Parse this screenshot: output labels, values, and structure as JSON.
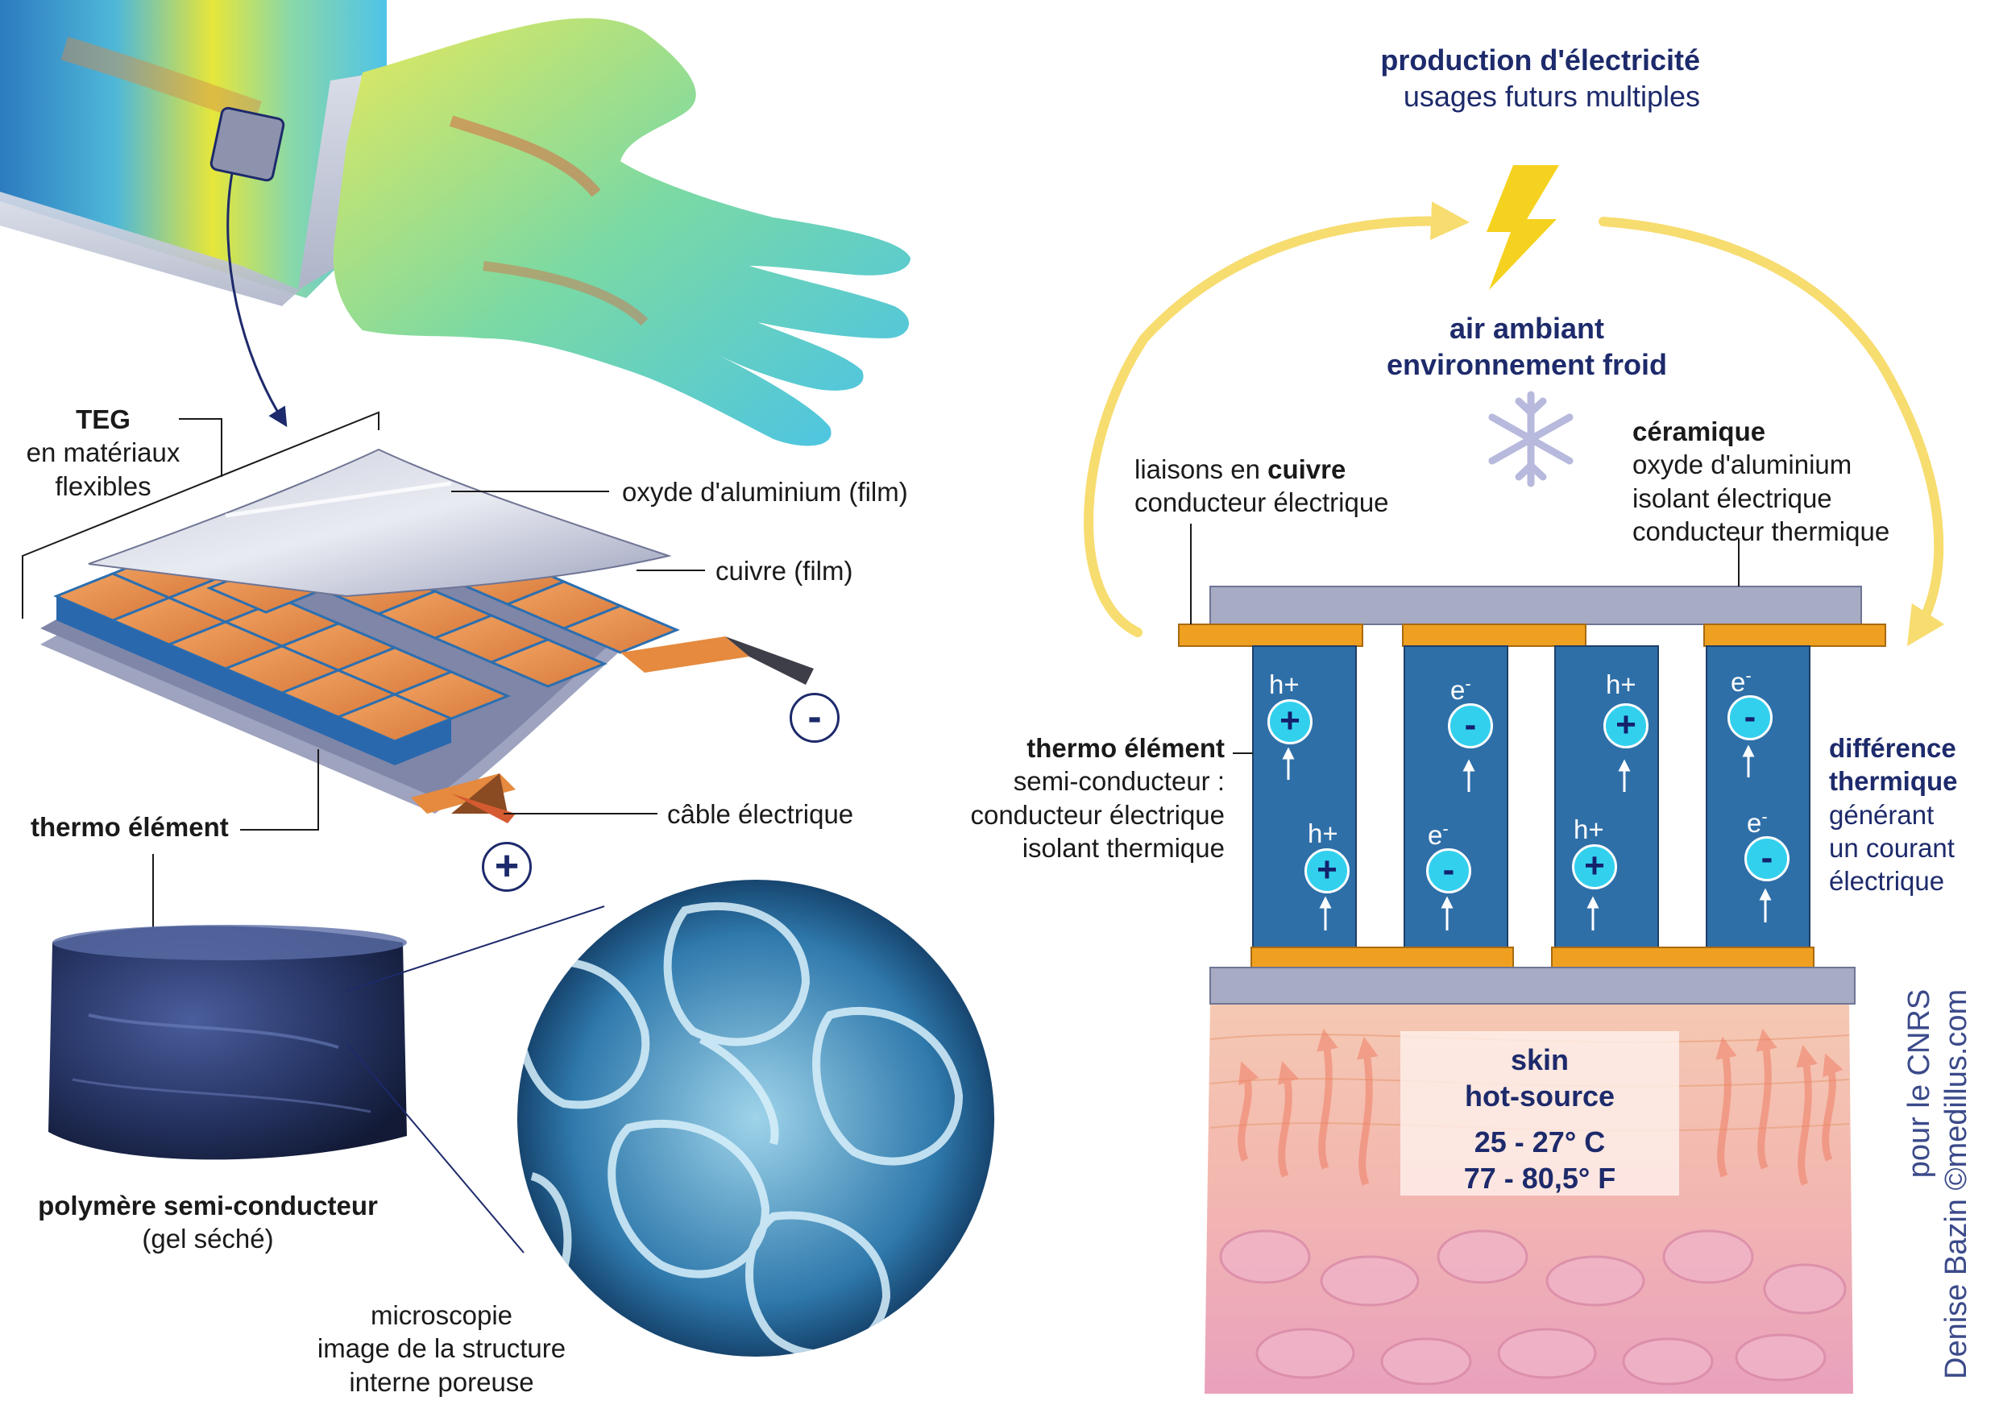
{
  "labels": {
    "teg_title": "TEG",
    "teg_line1": "en matériaux",
    "teg_line2": "flexibles",
    "oxide_film": "oxyde d'aluminium (film)",
    "copper_film": "cuivre (film)",
    "cable": "câble électrique",
    "thermo_element_left": "thermo élément",
    "polymer_title": "polymère semi-conducteur",
    "polymer_sub": "(gel séché)",
    "micro_line1": "microscopie",
    "micro_line2": "image de la structure",
    "micro_line3": "interne poreuse",
    "production_title": "production d'électricité",
    "production_sub": "usages futurs multiples",
    "air_line1": "air ambiant",
    "air_line2": "environnement froid",
    "ceramic_title": "céramique",
    "ceramic_line1": "oxyde d'aluminium",
    "ceramic_line2": "isolant électrique",
    "ceramic_line3": "conducteur thermique",
    "copper_links_prefix": "liaisons en ",
    "copper_links_bold": "cuivre",
    "copper_links_line2": "conducteur électrique",
    "thermo_right_title": "thermo élément",
    "thermo_right_line1": "semi-conducteur :",
    "thermo_right_line2": "conducteur électrique",
    "thermo_right_line3": "isolant thermique",
    "diff_line1": "différence",
    "diff_line2": "thermique",
    "diff_line3": "générant",
    "diff_line4": "un courant",
    "diff_line5": "électrique",
    "skin_line1": "skin",
    "skin_line2": "hot-source",
    "temp_c": "25 - 27° C",
    "temp_f": "77 - 80,5° F",
    "credit_line1": "pour le CNRS",
    "credit_line2": "Denise Bazin ©medillus.com"
  },
  "symbols": {
    "minus": "-",
    "plus": "+",
    "hole": "h+",
    "electron_base": "e",
    "electron_sup": "-"
  },
  "colors": {
    "navy": "#1d2a6b",
    "copper": "#f0a020",
    "ceramic": "#a7abc4",
    "semiconductor": "#2f6fa8",
    "arrow_yellow": "#f7dc6f",
    "charge": "#33d0ee"
  },
  "icons": [
    "lightning-bolt-icon",
    "snowflake-icon",
    "plus-terminal-icon",
    "minus-terminal-icon"
  ]
}
